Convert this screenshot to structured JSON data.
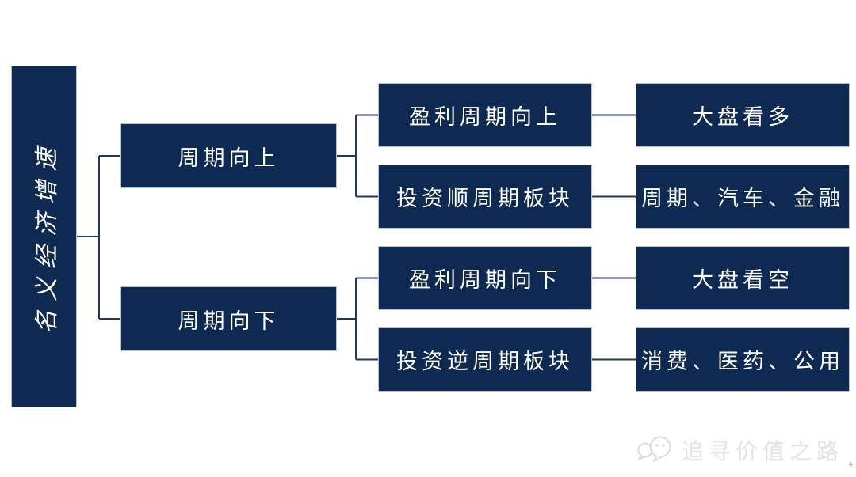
{
  "diagram": {
    "title_hidden": "",
    "root": {
      "label": "名义经济增速"
    },
    "branches": [
      {
        "label": "周期向上",
        "children": [
          {
            "label": "盈利周期向上",
            "result": "大盘看多"
          },
          {
            "label": "投资顺周期板块",
            "result": "周期、汽车、金融"
          }
        ]
      },
      {
        "label": "周期向下",
        "children": [
          {
            "label": "盈利周期向下",
            "result": "大盘看空"
          },
          {
            "label": "投资逆周期板块",
            "result": "消费、医药、公用"
          }
        ]
      }
    ]
  },
  "colors": {
    "box_fill": "#0E2A52",
    "box_border": "#B7C2D6",
    "box_text": "#FFFFFF",
    "connector": "#1F3864",
    "watermark_text": "#E4E4E4",
    "background": "#FFFFFF"
  },
  "watermark": {
    "text": "追寻价值之路",
    "icon": "wechat-icon"
  },
  "corner_mark": "+"
}
